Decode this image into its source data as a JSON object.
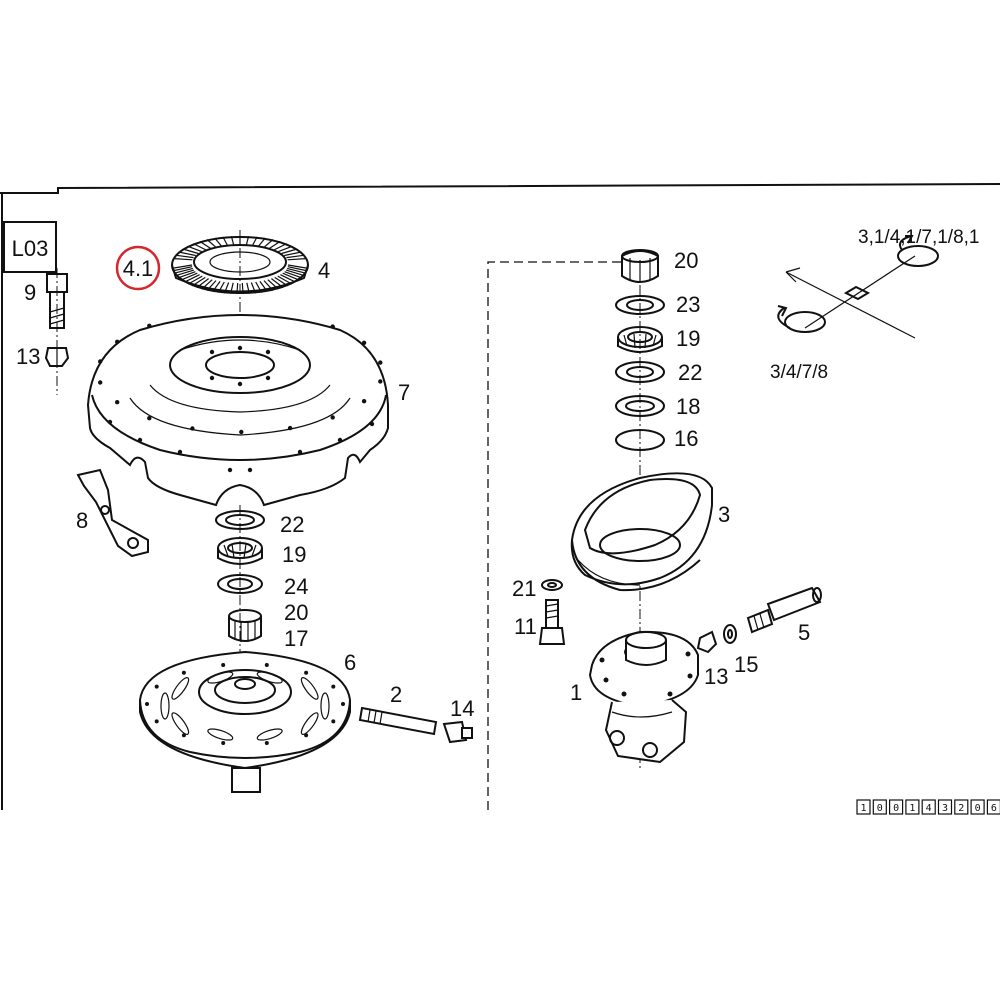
{
  "diagram": {
    "sheet_id": "L03",
    "document_code": [
      "1",
      "0",
      "0",
      "1",
      "4",
      "3",
      "2",
      "0",
      "6"
    ],
    "highlight_color": "#d6262e",
    "labels": {
      "p4_1": "4.1",
      "p4": "4",
      "p9": "9",
      "p13a": "13",
      "p7": "7",
      "p8": "8",
      "p22a": "22",
      "p19a": "19",
      "p24": "24",
      "p20a": "20",
      "p17": "17",
      "p6": "6",
      "p2": "2",
      "p14": "14",
      "p20b": "20",
      "p23": "23",
      "p19b": "19",
      "p22b": "22",
      "p18": "18",
      "p16": "16",
      "p3": "3",
      "p21": "21",
      "p11": "11",
      "p5": "5",
      "p13b": "13",
      "p15": "15",
      "p1": "1",
      "rot_top": "3,1/4,1/7,1/8,1",
      "rot_bottom": "3/4/7/8"
    }
  }
}
